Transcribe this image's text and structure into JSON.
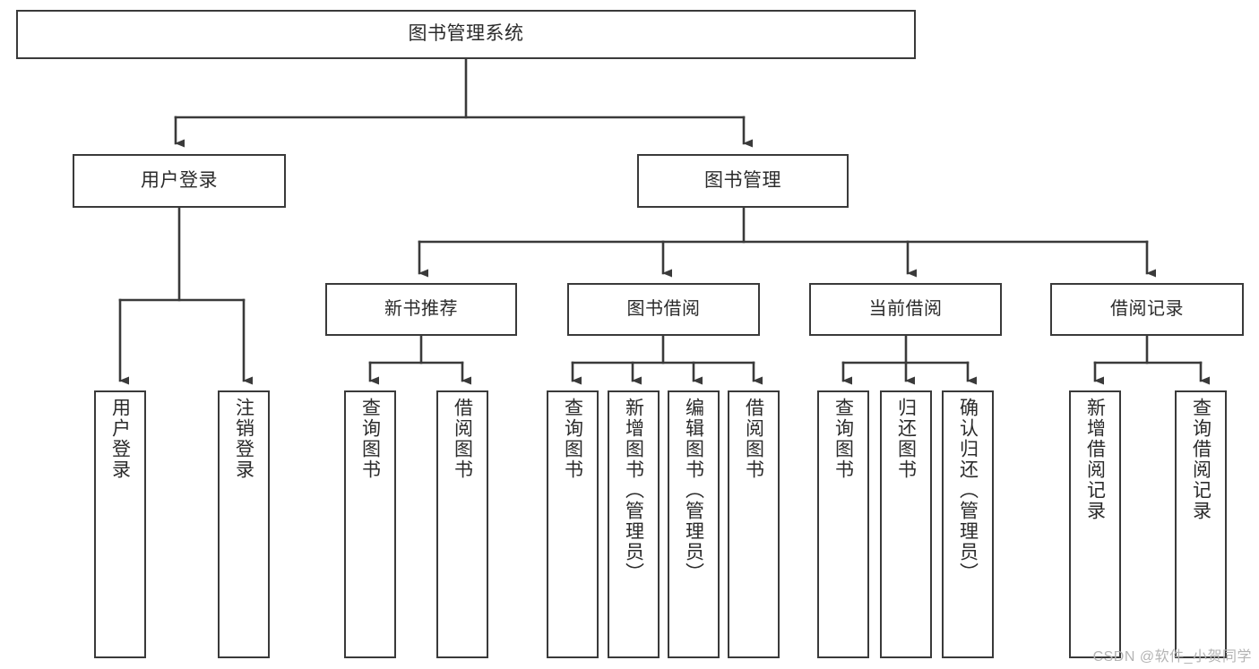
{
  "diagram": {
    "title": "图书管理系统",
    "type": "tree-hierarchy-diagram",
    "colors": {
      "box_border": "#3a3a3a",
      "box_fill": "#ffffff",
      "edge": "#3a3a3a",
      "text": "#2b2b2b",
      "watermark": "#b4b4b4",
      "canvas": "#ffffff"
    },
    "nodes": {
      "root": {
        "label": "图书管理系统"
      },
      "branch_user_login": {
        "label": "用户登录"
      },
      "branch_book_manage": {
        "label": "图书管理"
      },
      "group_new_book": {
        "label": "新书推荐"
      },
      "group_book_borrow": {
        "label": "图书借阅"
      },
      "group_current_borrow": {
        "label": "当前借阅"
      },
      "group_borrow_record": {
        "label": "借阅记录"
      },
      "leaf_user_login": {
        "label": "用户登录"
      },
      "leaf_user_logout": {
        "label": "注销登录"
      },
      "leaf_new_query_book": {
        "label": "查询图书"
      },
      "leaf_new_borrow_book": {
        "label": "借阅图书"
      },
      "leaf_borrow_query_book": {
        "label": "查询图书"
      },
      "leaf_borrow_add_book": {
        "label": "新增图书（管理员）"
      },
      "leaf_borrow_edit_book": {
        "label": "编辑图书（管理员）"
      },
      "leaf_borrow_borrow_book": {
        "label": "借阅图书"
      },
      "leaf_cur_query_book": {
        "label": "查询图书"
      },
      "leaf_cur_return_book": {
        "label": "归还图书"
      },
      "leaf_cur_confirm_return": {
        "label": "确认归还（管理员）"
      },
      "leaf_rec_add_record": {
        "label": "新增借阅记录"
      },
      "leaf_rec_query_record": {
        "label": "查询借阅记录"
      }
    },
    "watermark": "CSDN @软件_小贺同学"
  }
}
